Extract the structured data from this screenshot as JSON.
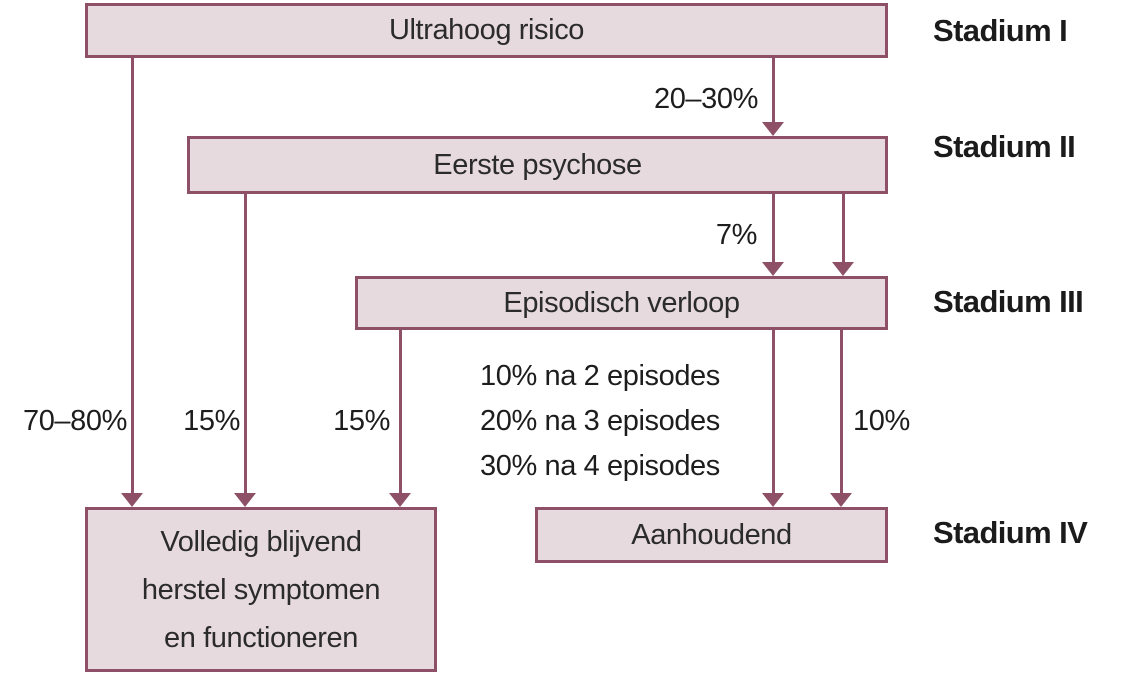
{
  "figure": {
    "colors": {
      "box_border": "#8d5066",
      "box_fill": "#e6dade",
      "arrow": "#8d5066",
      "box_text": "#2b2b2b",
      "stage_text": "#1b1b1b",
      "background": "#ffffff"
    },
    "boxes": {
      "ultrahoog": {
        "label": "Ultrahoog risico"
      },
      "eerste": {
        "label": "Eerste psychose"
      },
      "episodisch": {
        "label": "Episodisch verloop"
      },
      "aanhoudend": {
        "label": "Aanhoudend"
      },
      "volledig": {
        "lines": [
          "Volledig blijvend",
          "herstel symptomen",
          "en functioneren"
        ]
      }
    },
    "stages": {
      "s1": "Stadium I",
      "s2": "Stadium II",
      "s3": "Stadium III",
      "s4": "Stadium IV"
    },
    "edge_labels": {
      "uhr_to_first": "20–30%",
      "first_to_episodic": "7%",
      "episodic_to_persistent": "10%",
      "uhr_to_recovery": "70–80%",
      "first_to_recovery": "15%",
      "episodic_to_recovery": "15%"
    },
    "episode_notes": {
      "line1": "10% na 2 episodes",
      "line2": "20% na 3 episodes",
      "line3": "30% na 4 episodes"
    }
  }
}
